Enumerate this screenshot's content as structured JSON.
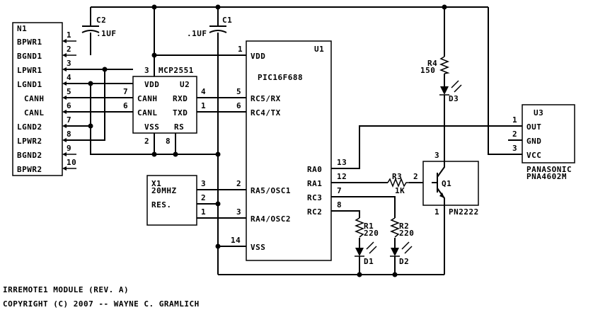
{
  "n1": {
    "ref": "N1",
    "pins": [
      {
        "num": "1",
        "label": "BPWR1"
      },
      {
        "num": "2",
        "label": "BGND1"
      },
      {
        "num": "3",
        "label": "LPWR1"
      },
      {
        "num": "4",
        "label": "LGND1"
      },
      {
        "num": "5",
        "label": "CANH"
      },
      {
        "num": "6",
        "label": "CANL"
      },
      {
        "num": "7",
        "label": "LGND2"
      },
      {
        "num": "8",
        "label": "LPWR2"
      },
      {
        "num": "9",
        "label": "BGND2"
      },
      {
        "num": "10",
        "label": "BPWR2"
      }
    ]
  },
  "c2": {
    "ref": "C2",
    "value": ".1UF"
  },
  "c1": {
    "ref": "C1",
    "value": ".1UF"
  },
  "u2": {
    "ref": "U2",
    "part": "MCP2551",
    "vdd": "VDD",
    "canh": "CANH",
    "canl": "CANL",
    "vss": "VSS",
    "rxd": "RXD",
    "txd": "TXD",
    "rs": "RS",
    "pin_vdd": "3",
    "pin_canh": "7",
    "pin_canl": "6",
    "pin_rxd": "4",
    "pin_txd": "1",
    "pin_vss": "2",
    "pin_rs": "8"
  },
  "u1": {
    "ref": "U1",
    "part": "PIC16F688",
    "vdd": "VDD",
    "rc5": "RC5/RX",
    "rc4": "RC4/TX",
    "ra5": "RA5/OSC1",
    "ra4": "RA4/OSC2",
    "vss": "VSS",
    "ra0": "RA0",
    "ra1": "RA1",
    "rc3": "RC3",
    "rc2": "RC2",
    "pin_vdd": "1",
    "pin_rc5": "5",
    "pin_rc4": "6",
    "pin_ra5": "2",
    "pin_ra4": "3",
    "pin_vss": "14",
    "pin_ra0": "13",
    "pin_ra1": "12",
    "pin_rc3": "7",
    "pin_rc2": "8"
  },
  "x1": {
    "ref": "X1",
    "value": "20MHZ",
    "type": "RES.",
    "pin1": "1",
    "pin2": "2",
    "pin3": "3"
  },
  "r4": {
    "ref": "R4",
    "value": "150"
  },
  "d3": {
    "ref": "D3"
  },
  "r3": {
    "ref": "R3",
    "value": "1K"
  },
  "r1": {
    "ref": "R1",
    "value": "220"
  },
  "r2": {
    "ref": "R2",
    "value": "220"
  },
  "d1": {
    "ref": "D1"
  },
  "d2": {
    "ref": "D2"
  },
  "q1": {
    "ref": "Q1",
    "part": "PN2222",
    "pin_c": "3",
    "pin_b": "2",
    "pin_e": "1"
  },
  "u3": {
    "ref": "U3",
    "mfr": "PANASONIC",
    "part": "PNA4602M",
    "out": "OUT",
    "gnd": "GND",
    "vcc": "VCC",
    "pin_out": "1",
    "pin_gnd": "2",
    "pin_vcc": "3"
  },
  "footer": {
    "line1": "IRREMOTE1 MODULE (REV. A)",
    "line2": "COPYRIGHT (C) 2007 -- WAYNE C. GRAMLICH"
  }
}
